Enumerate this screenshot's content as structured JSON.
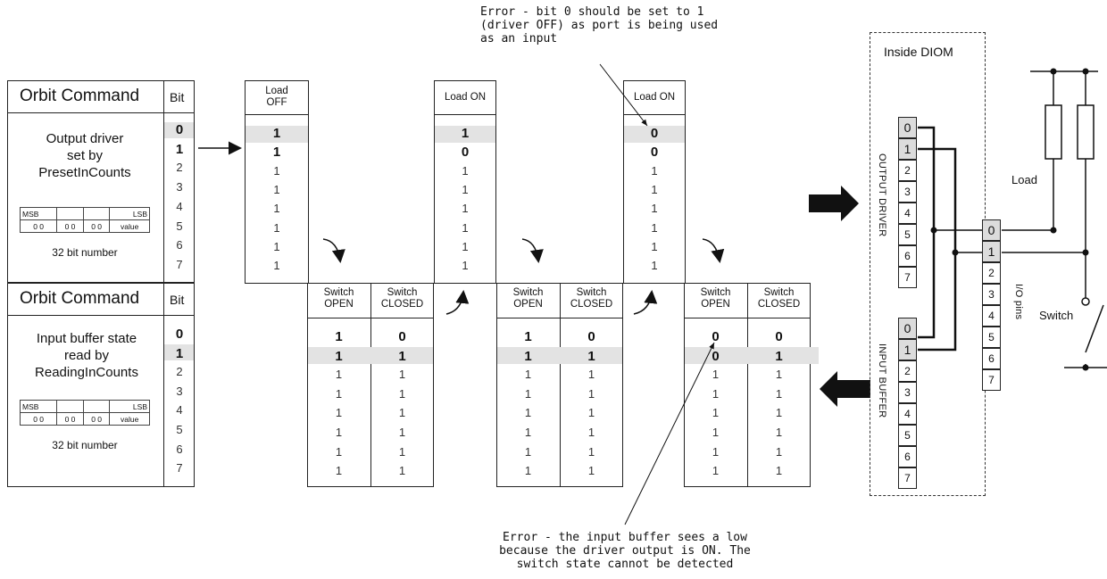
{
  "notes": {
    "top": "Error - bit 0 should be set to 1\n(driver OFF) as port is being used\nas an input",
    "bottom": "Error - the input buffer sees a low\nbecause the driver output is ON. The\nswitch state cannot be detected"
  },
  "preset_panel": {
    "header": "Orbit Command",
    "bit_header": "Bit",
    "title": "Output driver\nset by\nPresetInCounts",
    "msb": "MSB",
    "lsb": "LSB",
    "cells": [
      "0 0",
      "0 0",
      "0 0",
      "value"
    ],
    "caption": "32 bit number",
    "bits": [
      "0",
      "1",
      "2",
      "3",
      "4",
      "5",
      "6",
      "7"
    ]
  },
  "reading_panel": {
    "header": "Orbit Command",
    "bit_header": "Bit",
    "title": "Input buffer state\nread by\nReadingInCounts",
    "msb": "MSB",
    "lsb": "LSB",
    "cells": [
      "0 0",
      "0 0",
      "0 0",
      "value"
    ],
    "caption": "32 bit number",
    "bits": [
      "0",
      "1",
      "2",
      "3",
      "4",
      "5",
      "6",
      "7"
    ]
  },
  "states": [
    {
      "header": "Load\nOFF",
      "values": [
        "1",
        "1",
        "1",
        "1",
        "1",
        "1",
        "1",
        "1"
      ]
    },
    {
      "header": "Load ON",
      "values": [
        "1",
        "0",
        "1",
        "1",
        "1",
        "1",
        "1",
        "1"
      ]
    },
    {
      "header": "Load ON",
      "values": [
        "0",
        "0",
        "1",
        "1",
        "1",
        "1",
        "1",
        "1"
      ]
    }
  ],
  "reads": [
    {
      "open_header": "Switch\nOPEN",
      "closed_header": "Switch\nCLOSED",
      "open": [
        "1",
        "1",
        "1",
        "1",
        "1",
        "1",
        "1",
        "1"
      ],
      "closed": [
        "0",
        "1",
        "1",
        "1",
        "1",
        "1",
        "1",
        "1"
      ]
    },
    {
      "open_header": "Switch\nOPEN",
      "closed_header": "Switch\nCLOSED",
      "open": [
        "1",
        "1",
        "1",
        "1",
        "1",
        "1",
        "1",
        "1"
      ],
      "closed": [
        "0",
        "1",
        "1",
        "1",
        "1",
        "1",
        "1",
        "1"
      ]
    },
    {
      "open_header": "Switch\nOPEN",
      "closed_header": "Switch\nCLOSED",
      "open": [
        "0",
        "0",
        "1",
        "1",
        "1",
        "1",
        "1",
        "1"
      ],
      "closed": [
        "0",
        "1",
        "1",
        "1",
        "1",
        "1",
        "1",
        "1"
      ]
    }
  ],
  "diom": {
    "title": "Inside DIOM",
    "output_driver": "OUTPUT DRIVER",
    "input_buffer": "INPUT BUFFER",
    "io_pins": "I/O pins",
    "load": "Load",
    "switch": "Switch",
    "driver_bits": [
      "0",
      "1",
      "2",
      "3",
      "4",
      "5",
      "6",
      "7"
    ],
    "buffer_bits": [
      "0",
      "1",
      "2",
      "3",
      "4",
      "5",
      "6",
      "7"
    ],
    "pin_bits": [
      "0",
      "1",
      "2",
      "3",
      "4",
      "5",
      "6",
      "7"
    ]
  }
}
